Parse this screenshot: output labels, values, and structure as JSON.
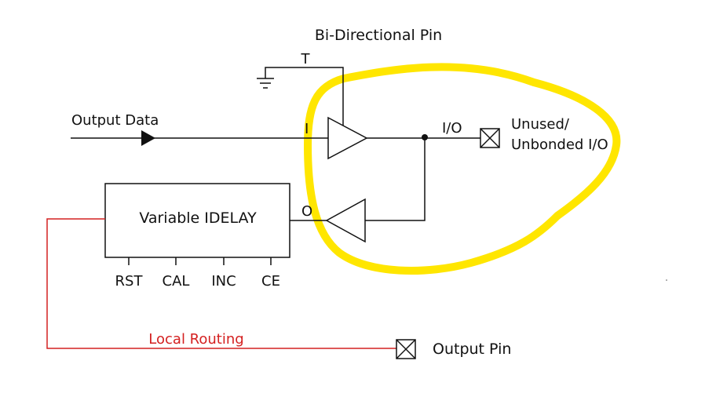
{
  "labels": {
    "bidirectional_pin": "Bi-Directional Pin",
    "t_pin": "T",
    "output_data": "Output Data",
    "i_pin": "I",
    "io_pin": "I/O",
    "unused_line1": "Unused/",
    "unused_line2": "Unbonded I/O",
    "o_pin": "O",
    "idelay_block": "Variable IDELAY",
    "rst_pin": "RST",
    "cal_pin": "CAL",
    "inc_pin": "INC",
    "ce_pin": "CE",
    "local_routing": "Local Routing",
    "output_pin": "Output Pin"
  },
  "colors": {
    "wire": "#111111",
    "local_routing": "#d42020",
    "highlight": "#ffe600",
    "background": "#ffffff"
  }
}
